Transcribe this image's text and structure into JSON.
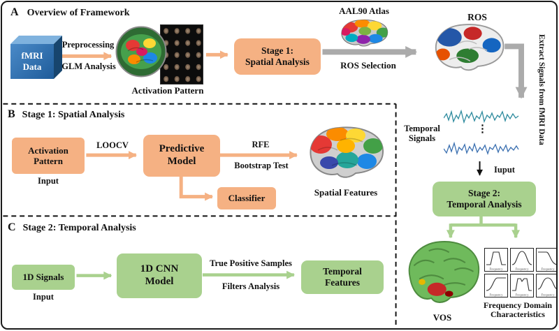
{
  "colors": {
    "orange": "#F5B183",
    "green": "#A9D18E",
    "blue": "#2E74B5",
    "gray": "#ABABAB"
  },
  "panel_a": {
    "tag": "A",
    "title": "Overview of Framework",
    "fmri": {
      "line1": "fMRI",
      "line2": "Data"
    },
    "preprocessing": "Preprocessing",
    "glm": "GLM Analysis",
    "activation_caption": "Activation Pattern",
    "stage1": {
      "line1": "Stage 1:",
      "line2": "Spatial Analysis"
    },
    "aal": "AAL90 Atlas",
    "ros_selection": "ROS Selection",
    "ros": "ROS",
    "extract": "Extract Signals from fMRI Data",
    "temporal_signals": {
      "line1": "Temporal",
      "line2": "Signals"
    },
    "ellipsis": "⋮",
    "input": "Iuput",
    "stage2": {
      "line1": "Stage 2:",
      "line2": "Temporal Analysis"
    },
    "vos": "VOS",
    "freq_caption": {
      "line1": "Frequency Domain",
      "line2": "Characteristics"
    },
    "freq_axis": "Frequency"
  },
  "panel_b": {
    "tag": "B",
    "title": "Stage 1: Spatial Analysis",
    "activation": {
      "line1": "Activation",
      "line2": "Pattern"
    },
    "input": "Input",
    "loocv": "LOOCV",
    "predictive": {
      "line1": "Predictive",
      "line2": "Model"
    },
    "rfe": "RFE",
    "bootstrap": "Bootstrap Test",
    "classifier": "Classifier",
    "spatial_features": "Spatial Features"
  },
  "panel_c": {
    "tag": "C",
    "title": "Stage 2: Temporal Analysis",
    "signals": "1D Signals",
    "input": "Input",
    "cnn": {
      "line1": "1D CNN",
      "line2": "Model"
    },
    "true_positive": "True Positive Samples",
    "filters": "Filters Analysis",
    "features": {
      "line1": "Temporal",
      "line2": "Features"
    }
  }
}
